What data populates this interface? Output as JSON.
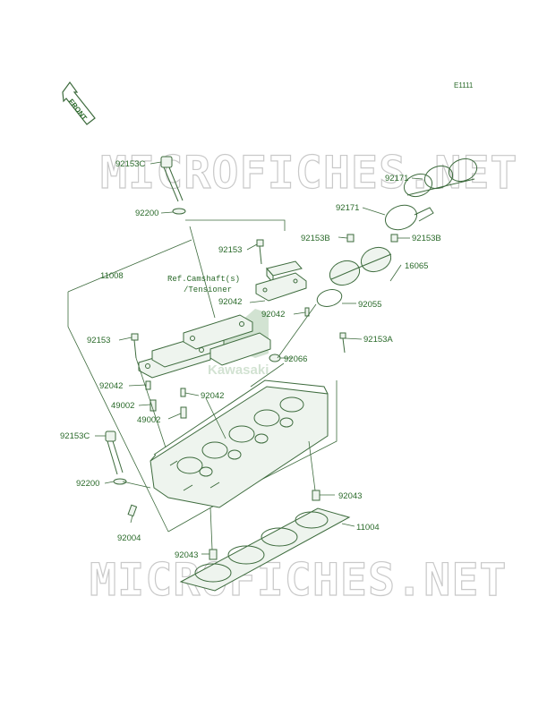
{
  "code": "E1111",
  "front_label": "FRONT",
  "watermark": "MICROFICHES.NET",
  "brand": "Kawasaki",
  "reference_note": {
    "line1": "Ref.Camshaft(s)",
    "line2": "/Tensioner"
  },
  "labels": {
    "p92153c_top": "92153C",
    "p92200_top": "92200",
    "p92153_top": "92153",
    "p11008": "11008",
    "p92042_a": "92042",
    "p92042_b": "92042",
    "p92153_left": "92153",
    "p92042_c": "92042",
    "p92042_d": "92042",
    "p49002_a": "49002",
    "p49002_b": "49002",
    "p92153c_bottom": "92153C",
    "p92200_bottom": "92200",
    "p92004": "92004",
    "p92043_right": "92043",
    "p92043_bottom": "92043",
    "p11004": "11004",
    "p92171_a": "92171",
    "p92171_b": "92171",
    "p92153b_a": "92153B",
    "p92153b_b": "92153B",
    "p16065": "16065",
    "p92055": "92055",
    "p92066": "92066",
    "p92153a": "92153A"
  }
}
